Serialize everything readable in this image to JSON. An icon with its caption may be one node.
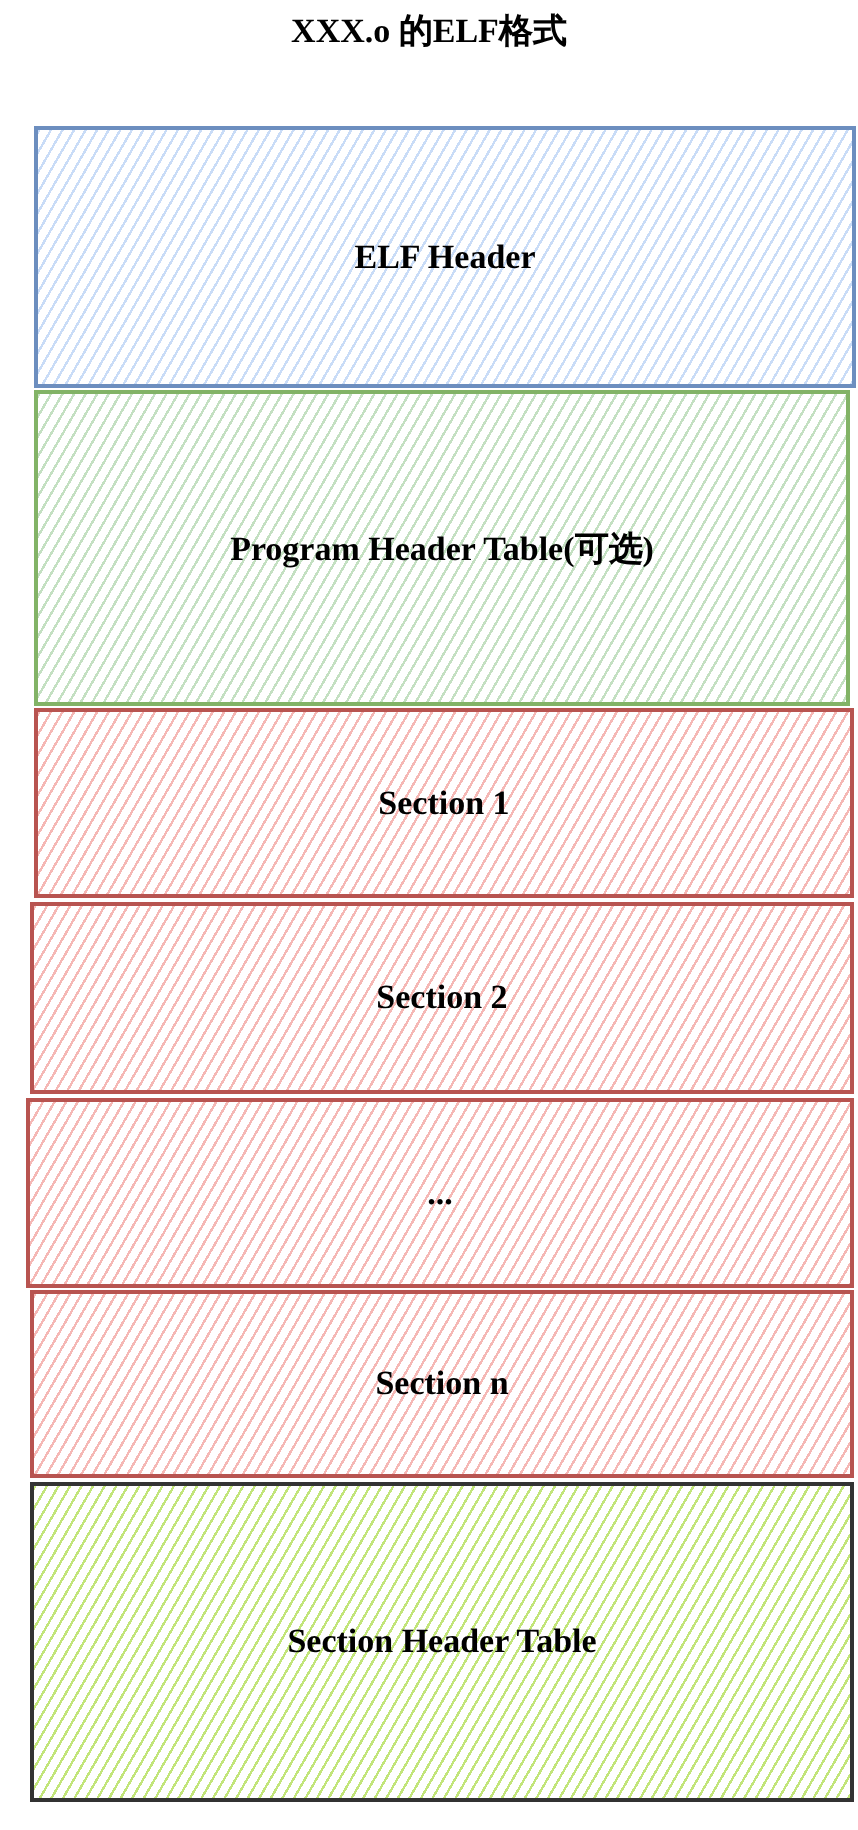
{
  "diagram": {
    "title": "XXX.o 的ELF格式",
    "nodes": [
      {
        "text": [
          "ELF Header"
        ]
      },
      {
        "text": [
          "Program Header Table(可选)"
        ]
      },
      {
        "text": [
          "Section 1"
        ]
      },
      {
        "text": [
          "Section 2"
        ]
      },
      {
        "text": [
          "..."
        ]
      },
      {
        "text": [
          "Section n"
        ]
      },
      {
        "text": [
          "Section Header Table"
        ]
      }
    ]
  }
}
